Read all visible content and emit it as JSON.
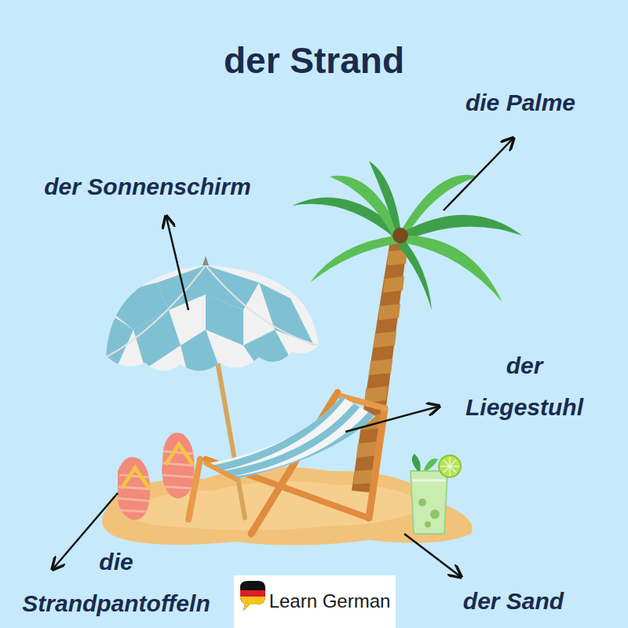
{
  "diagram": {
    "title": "der Strand",
    "labels": [
      "die Palme",
      "der Sonnenschirm",
      "der Liegestuhl",
      "die Strandpantoffeln",
      "der Sand",
      "Learn German"
    ]
  }
}
